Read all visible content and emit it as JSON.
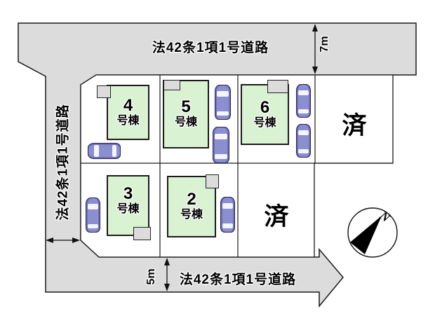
{
  "palette": {
    "road_fill": "#dcdcdc",
    "lot_fill": "#ffffff",
    "building_fill": "#d9f2d2",
    "accessory_box_fill": "#dcdcdc",
    "car_body": "#8b8ecf",
    "line": "#1a1a1a"
  },
  "roads": {
    "top": {
      "name": "法42条1項1号道路",
      "width_label": "7m"
    },
    "left": {
      "name": "法42条1項1号道路"
    },
    "bottom": {
      "name": "法42条1項1号道路",
      "width_label": "5m"
    }
  },
  "buildings": [
    {
      "number": "4",
      "suffix": "号棟"
    },
    {
      "number": "5",
      "suffix": "号棟"
    },
    {
      "number": "6",
      "suffix": "号棟"
    },
    {
      "number": "3",
      "suffix": "号棟"
    },
    {
      "number": "2",
      "suffix": "号棟"
    }
  ],
  "sold_lots": [
    {
      "label": "済"
    },
    {
      "label": "済"
    }
  ],
  "compass": {
    "north": "N"
  }
}
